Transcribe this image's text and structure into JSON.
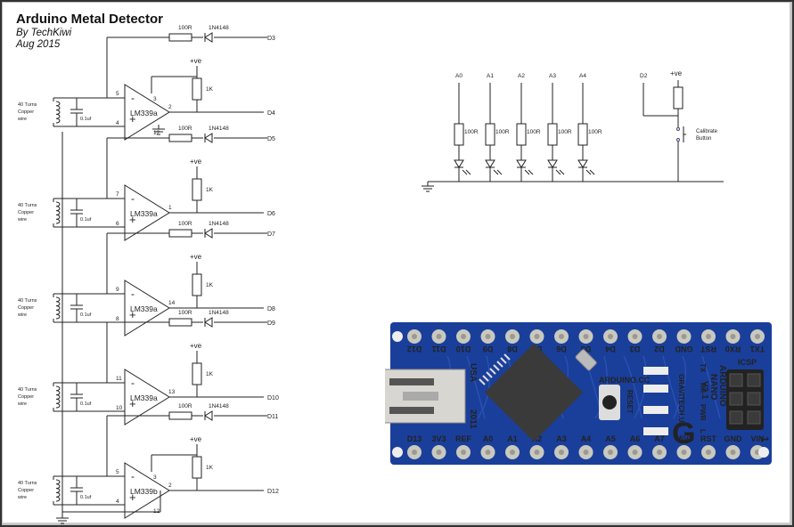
{
  "header": {
    "title": "Arduino Metal Detector",
    "author": "By TechKiwi",
    "date": "Aug 2015"
  },
  "stages": [
    {
      "comp_name": "LM339a",
      "inv_pin": "5",
      "noninv_pin": "4",
      "out_pin": "2",
      "vcc_pin": "3",
      "gnd_pin": "12",
      "feedback_pin": "D3",
      "output_pin": "D4",
      "coil": "40 Turns Copper wire",
      "cap": "0.1uf",
      "resistor": "100R",
      "diode": "1N4148",
      "pullup": "1K",
      "supply": "+ve"
    },
    {
      "comp_name": "LM339a",
      "inv_pin": "7",
      "noninv_pin": "6",
      "out_pin": "1",
      "feedback_pin": "D5",
      "output_pin": "D6",
      "coil": "40 Turns Copper wire",
      "cap": "0.1uf",
      "resistor": "100R",
      "diode": "1N4148",
      "pullup": "1K",
      "supply": "+ve"
    },
    {
      "comp_name": "LM339a",
      "inv_pin": "9",
      "noninv_pin": "8",
      "out_pin": "14",
      "feedback_pin": "D7",
      "output_pin": "D8",
      "coil": "40 Turns Copper wire",
      "cap": "0.1uf",
      "resistor": "100R",
      "diode": "1N4148",
      "pullup": "1K",
      "supply": "+ve"
    },
    {
      "comp_name": "LM339a",
      "inv_pin": "11",
      "noninv_pin": "10",
      "out_pin": "13",
      "feedback_pin": "D9",
      "output_pin": "D10",
      "coil": "40 Turns Copper wire",
      "cap": "0.1uf",
      "resistor": "100R",
      "diode": "1N4148",
      "pullup": "1K",
      "supply": "+ve"
    },
    {
      "comp_name": "LM339b",
      "inv_pin": "5",
      "noninv_pin": "4",
      "out_pin": "2",
      "vcc_pin": "3",
      "gnd_pin": "12",
      "feedback_pin": "D11",
      "output_pin": "D12",
      "coil": "40 Turns Copper wire",
      "cap": "0.1uf",
      "resistor": "100R",
      "diode": "1N4148",
      "pullup": "1K",
      "supply": "+ve"
    }
  ],
  "leds": [
    {
      "pin": "A0",
      "resistor": "100R"
    },
    {
      "pin": "A1",
      "resistor": "100R"
    },
    {
      "pin": "A2",
      "resistor": "100R"
    },
    {
      "pin": "A3",
      "resistor": "100R"
    },
    {
      "pin": "A4",
      "resistor": "100R"
    }
  ],
  "calibrate": {
    "pin": "D2",
    "supply": "+ve",
    "label_line1": "Calibrate",
    "label_line2": "Button"
  },
  "board": {
    "top_pins": [
      "D12",
      "D11",
      "D10",
      "D9",
      "D8",
      "D7",
      "D6",
      "D5",
      "D4",
      "D3",
      "D2",
      "GND",
      "RST",
      "RX0",
      "TX1"
    ],
    "bottom_pins": [
      "D13",
      "3V3",
      "REF",
      "A0",
      "A1",
      "A2",
      "A3",
      "A4",
      "A5",
      "A6",
      "A7",
      "5V",
      "RST",
      "GND",
      "VIN"
    ],
    "labels": {
      "usa": "USA",
      "year": "2011",
      "site": "ARDUINO.CC",
      "reset": "RESET",
      "maker": "GRAVITECH.US",
      "name1": "ARDUINO",
      "name2": "NANO",
      "version": "V3.1",
      "icsp": "ICSP",
      "tx": "TX",
      "rx": "RX",
      "pwr": "PWR",
      "l": "L",
      "one": "1"
    },
    "colors": {
      "pcb": "#1a3f9a",
      "pad": "#c9c9c0",
      "chip": "#3a3a3a"
    }
  }
}
